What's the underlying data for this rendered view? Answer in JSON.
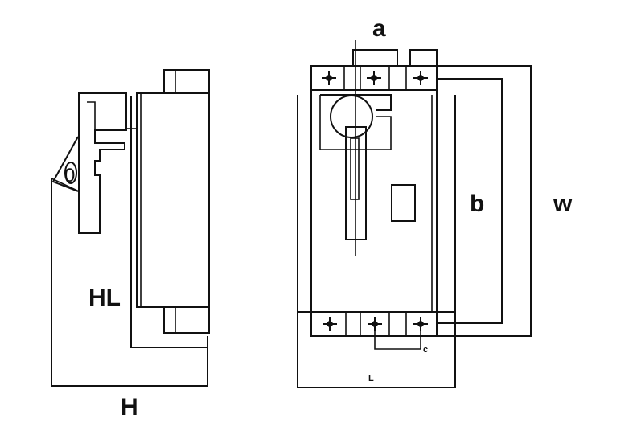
{
  "labels": {
    "a": "a",
    "b": "b",
    "w": "w",
    "c": "c",
    "L": "L",
    "HL": "HL",
    "H": "H",
    "handle_zero": "0"
  },
  "terminals": {
    "top_count": 3,
    "bottom_count": 3
  }
}
